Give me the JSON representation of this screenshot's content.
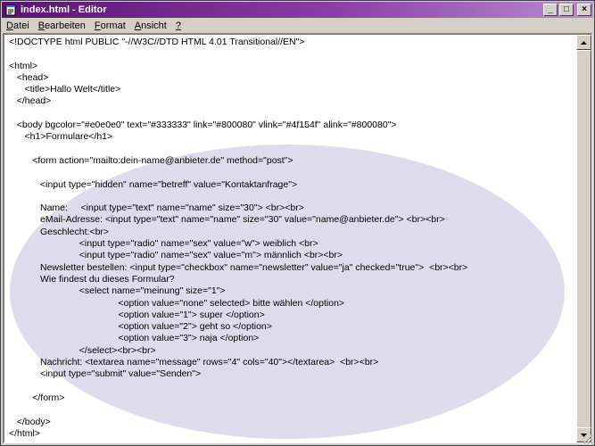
{
  "window": {
    "title": "index.html - Editor",
    "controls": {
      "minimize": "_",
      "maximize": "□",
      "close": "×"
    }
  },
  "menu": {
    "items": [
      {
        "first": "D",
        "rest": "atei"
      },
      {
        "first": "B",
        "rest": "earbeiten"
      },
      {
        "first": "F",
        "rest": "ormat"
      },
      {
        "first": "A",
        "rest": "nsicht"
      },
      {
        "first": "?",
        "rest": ""
      }
    ]
  },
  "editor": {
    "highlight_color": "#dedcec",
    "lines": [
      "<!DOCTYPE html PUBLIC \"-//W3C//DTD HTML 4.01 Transitional//EN\">",
      "",
      "<html>",
      "   <head>",
      "      <title>Hallo Welt</title>",
      "   </head>",
      "",
      "   <body bgcolor=\"#e0e0e0\" text=\"#333333\" link=\"#800080\" vlink=\"#4f154f\" alink=\"#800080\">",
      "      <h1>Formulare</h1>",
      "",
      "         <form action=\"mailto:dein-name@anbieter.de\" method=\"post\">",
      "",
      "            <input type=\"hidden\" name=\"betreff\" value=\"Kontaktanfrage\">",
      "",
      "            Name:     <input type=\"text\" name=\"name\" size=\"30\"> <br><br>",
      "            eMail-Adresse: <input type=\"text\" name=\"name\" size=\"30\" value=\"name@anbieter.de\"> <br><br>",
      "            Geschlecht:<br>",
      "                           <input type=\"radio\" name=\"sex\" value=\"w\"> weiblich <br>",
      "                           <input type=\"radio\" name=\"sex\" value=\"m\"> männlich <br><br>",
      "            Newsletter bestellen: <input type=\"checkbox\" name=\"newsletter\" value=\"ja\" checked=\"true\">  <br><br>",
      "            Wie findest du dieses Formular?",
      "                           <select name=\"meinung\" size=\"1\">",
      "                                          <option value=\"none\" selected> bitte wählen </option>",
      "                                          <option value=\"1\"> super </option>",
      "                                          <option value=\"2\"> geht so </option>",
      "                                          <option value=\"3\"> naja </option>",
      "                           </select><br><br>",
      "            Nachricht: <textarea name=\"message\" rows=\"4\" cols=\"40\"></textarea>  <br><br>",
      "            <input type=\"submit\" value=\"Senden\">",
      "",
      "         </form>",
      "",
      "   </body>",
      "</html>"
    ]
  }
}
